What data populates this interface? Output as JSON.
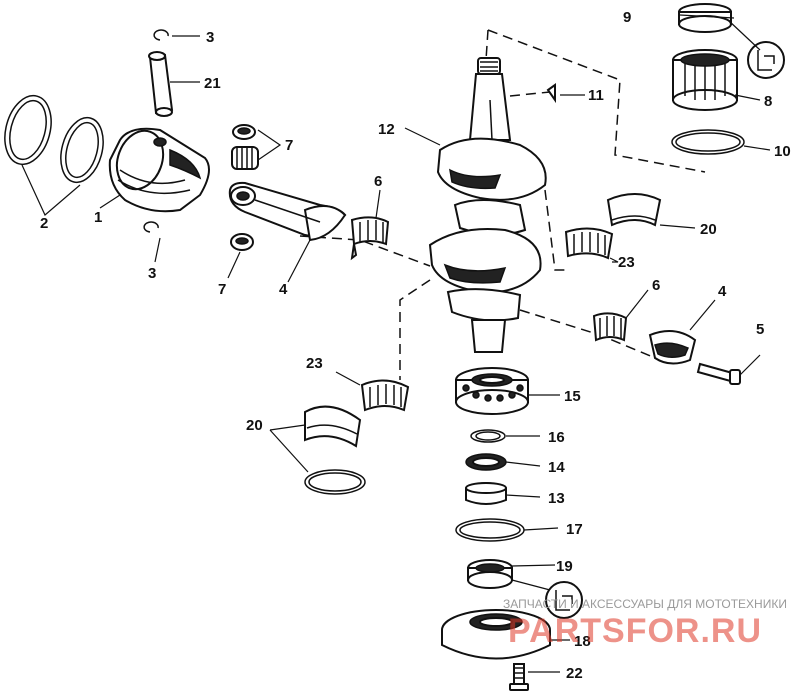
{
  "diagram": {
    "callouts": [
      {
        "id": "c1",
        "text": "1"
      },
      {
        "id": "c2",
        "text": "2"
      },
      {
        "id": "c3a",
        "text": "3"
      },
      {
        "id": "c3b",
        "text": "3"
      },
      {
        "id": "c4a",
        "text": "4"
      },
      {
        "id": "c4b",
        "text": "4"
      },
      {
        "id": "c5",
        "text": "5"
      },
      {
        "id": "c6a",
        "text": "6"
      },
      {
        "id": "c6b",
        "text": "6"
      },
      {
        "id": "c7a",
        "text": "7"
      },
      {
        "id": "c7b",
        "text": "7"
      },
      {
        "id": "c8",
        "text": "8"
      },
      {
        "id": "c9",
        "text": "9"
      },
      {
        "id": "c10",
        "text": "10"
      },
      {
        "id": "c11",
        "text": "11"
      },
      {
        "id": "c12",
        "text": "12"
      },
      {
        "id": "c13",
        "text": "13"
      },
      {
        "id": "c14",
        "text": "14"
      },
      {
        "id": "c15",
        "text": "15"
      },
      {
        "id": "c16",
        "text": "16"
      },
      {
        "id": "c17",
        "text": "17"
      },
      {
        "id": "c18",
        "text": "18"
      },
      {
        "id": "c19",
        "text": "19"
      },
      {
        "id": "c20a",
        "text": "20"
      },
      {
        "id": "c20b",
        "text": "20"
      },
      {
        "id": "c21",
        "text": "21"
      },
      {
        "id": "c22",
        "text": "22"
      },
      {
        "id": "c23a",
        "text": "23"
      },
      {
        "id": "c23b",
        "text": "23"
      }
    ]
  },
  "watermark": {
    "tagline": "ЗАПЧАСТИ И АКСЕССУАРЫ ДЛЯ МОТОТЕХНИКИ",
    "brand": "PARTSFOR.RU"
  },
  "colors": {
    "ink": "#111111",
    "paper": "#ffffff",
    "watermark_red": "#e03a2a"
  }
}
